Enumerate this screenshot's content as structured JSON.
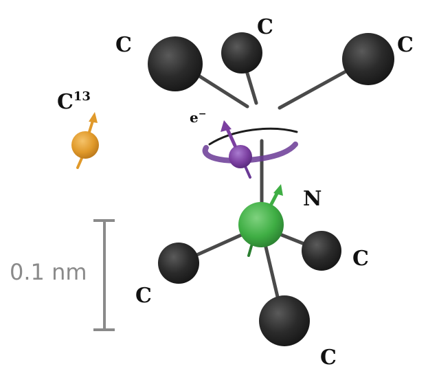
{
  "labels": {
    "carbon_top_left": "C",
    "carbon_top_middle": "C",
    "carbon_top_right": "C",
    "carbon13_base": "C",
    "carbon13_superscript": "13",
    "electron_base": "e",
    "electron_superscript": "−",
    "nitrogen": "N",
    "carbon_bottom_left": "C",
    "carbon_bottom_right": "C",
    "carbon_bottom": "C"
  },
  "scale_bar": {
    "label": "0.1 nm"
  },
  "colors": {
    "carbon": "#2b2b2b",
    "carbon_highlight": "#5a5a5a",
    "bond": "#4a4a4a",
    "nitrogen": "#3fae44",
    "nitrogen_highlight": "#7fd27f",
    "electron_spin": "#7b3fa0",
    "electron_orbit": "#6a3a95",
    "carbon13_spin": "#e0992a",
    "scale_bar": "#8a8a8a"
  }
}
